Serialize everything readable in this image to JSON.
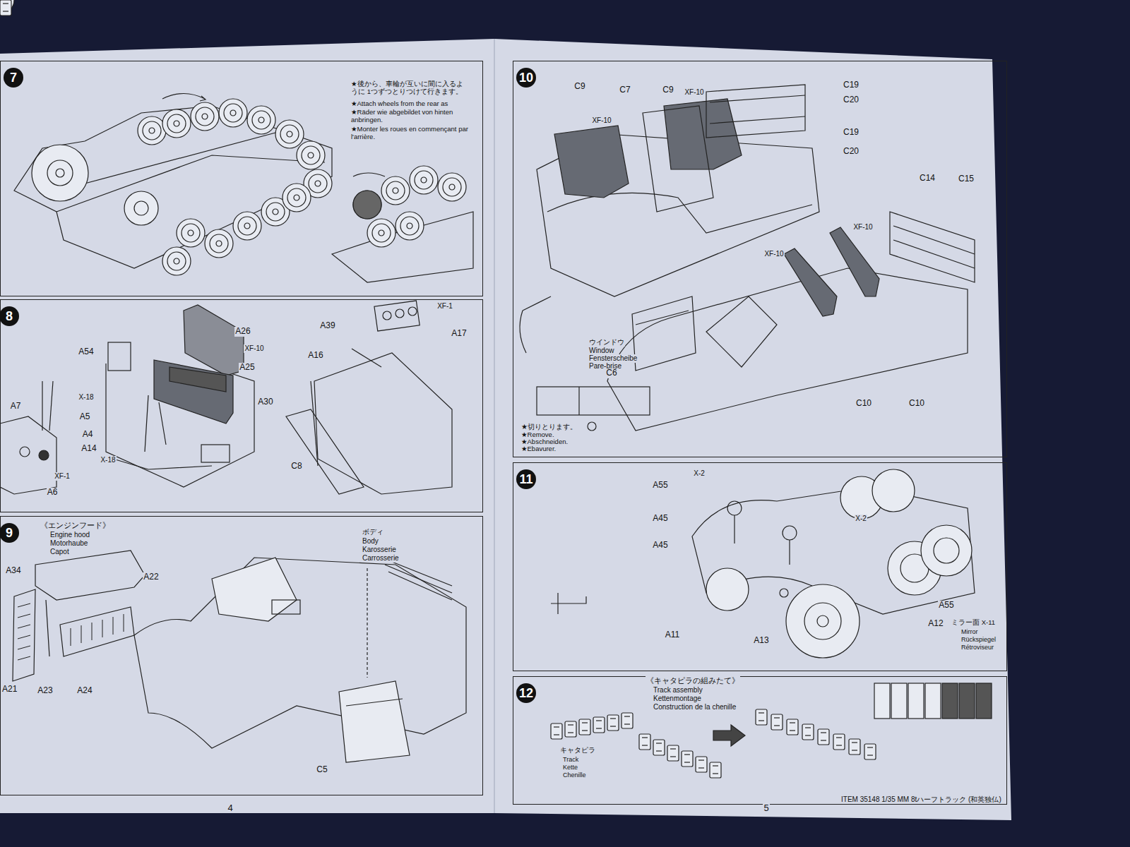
{
  "diagram": {
    "nodes": [
      {
        "text": [
          "7"
        ]
      },
      {
        "text": [
          "8"
        ]
      },
      {
        "text": [
          "9"
        ]
      },
      {
        "text": [
          "10"
        ]
      },
      {
        "text": [
          "11"
        ]
      },
      {
        "text": [
          "12"
        ]
      }
    ],
    "labels": [
      "★後から、車輪が互いに間に入るように 1つずつとりつけて行きます。",
      "★Attach wheels from the rear as shown.",
      "★Räder wie abgebildet von hinten anbringen.",
      "★Monter les roues en commençant par l'arrière.",
      "A26",
      "XF-10",
      "A25",
      "A54",
      "A30",
      "X-18",
      "A5",
      "A4",
      "A14",
      "X-18",
      "A7",
      "XF-1",
      "A6",
      "A39",
      "XF-1",
      "A17",
      "A16",
      "C8",
      "《エンジンフード》",
      "Engine hood",
      "Motorhaube",
      "Capot",
      "A34",
      "A22",
      "A21",
      "A23",
      "A24",
      "ボディ",
      "Body",
      "Karosserie",
      "Carrosserie",
      "C5",
      "C9",
      "C7",
      "C9",
      "XF-10",
      "XF-10",
      "C19",
      "C20",
      "C19",
      "C20",
      "C14",
      "C15",
      "XF-10",
      "XF-10",
      "ウインドウ",
      "Window",
      "Fensterscheibe",
      "Pare-brise",
      "C6",
      "C10",
      "C10",
      "★切りとります。",
      "★Remove.",
      "★Abschneiden.",
      "★Ebavurer.",
      "X-2",
      "A55",
      "A45",
      "A45",
      "X-2",
      "A55",
      "A11",
      "A13",
      "A12",
      "ミラー面 X-11",
      "Mirror",
      "Rückspiegel",
      "Rétroviseur",
      "《キャタピラの組みたて》",
      "Track assembly",
      "Kettenmontage",
      "Construction de la chenille",
      "キャタピラ",
      "Track",
      "Kette",
      "Chenille",
      "4",
      "5",
      "ITEM 35148 1/35 MM 8tハーフトラック (和英独仏)"
    ]
  }
}
